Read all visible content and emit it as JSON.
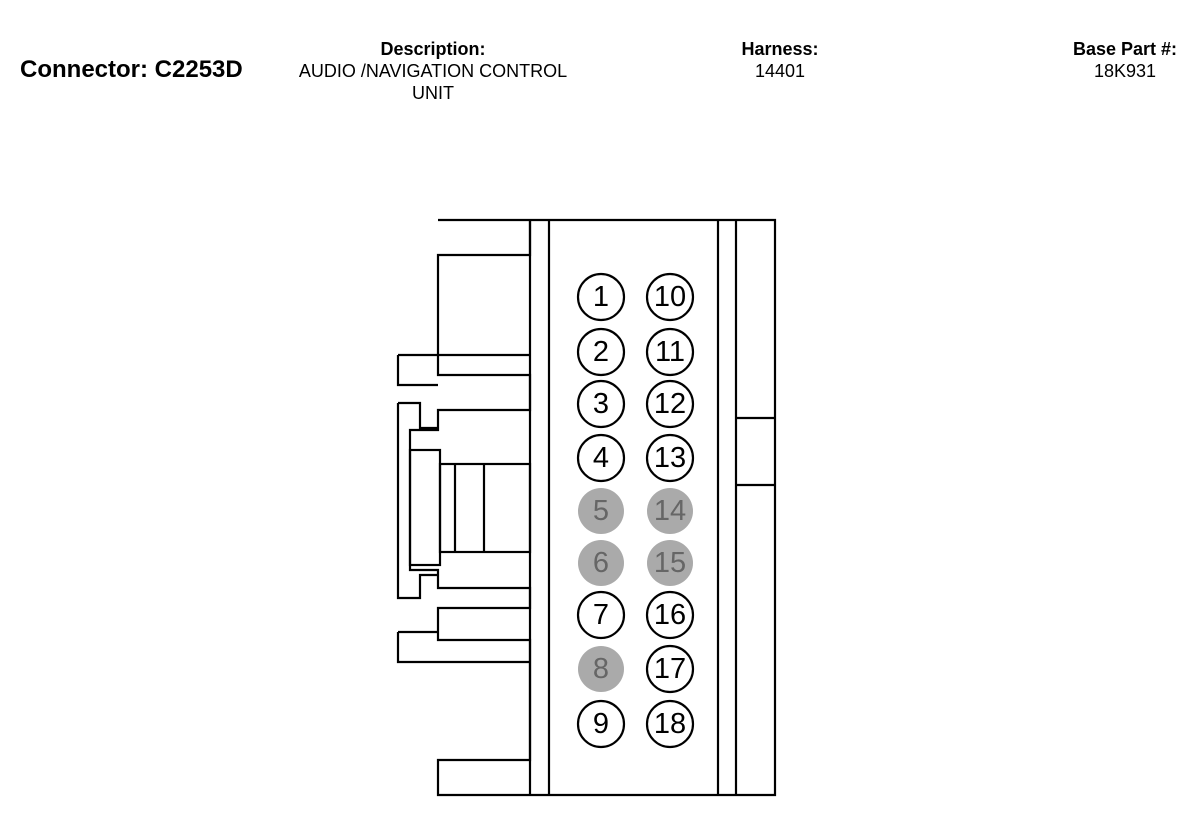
{
  "header": {
    "connector": "Connector: C2253D",
    "description_label": "Description:",
    "description_line1": "AUDIO /NAVIGATION CONTROL",
    "description_line2": "UNIT",
    "harness_label": "Harness:",
    "harness_value": "14401",
    "base_part_label": "Base Part #:",
    "base_part_value": "18K931"
  },
  "colors": {
    "line": "#000000",
    "empty_pin_fill": "#aaaaaa",
    "empty_pin_text": "#666666"
  },
  "pins": [
    {
      "label": "1",
      "state": "populated"
    },
    {
      "label": "2",
      "state": "populated"
    },
    {
      "label": "3",
      "state": "populated"
    },
    {
      "label": "4",
      "state": "populated"
    },
    {
      "label": "5",
      "state": "empty"
    },
    {
      "label": "6",
      "state": "empty"
    },
    {
      "label": "7",
      "state": "populated"
    },
    {
      "label": "8",
      "state": "empty"
    },
    {
      "label": "9",
      "state": "populated"
    },
    {
      "label": "10",
      "state": "populated"
    },
    {
      "label": "11",
      "state": "populated"
    },
    {
      "label": "12",
      "state": "populated"
    },
    {
      "label": "13",
      "state": "populated"
    },
    {
      "label": "14",
      "state": "empty"
    },
    {
      "label": "15",
      "state": "empty"
    },
    {
      "label": "16",
      "state": "populated"
    },
    {
      "label": "17",
      "state": "populated"
    },
    {
      "label": "18",
      "state": "populated"
    }
  ]
}
